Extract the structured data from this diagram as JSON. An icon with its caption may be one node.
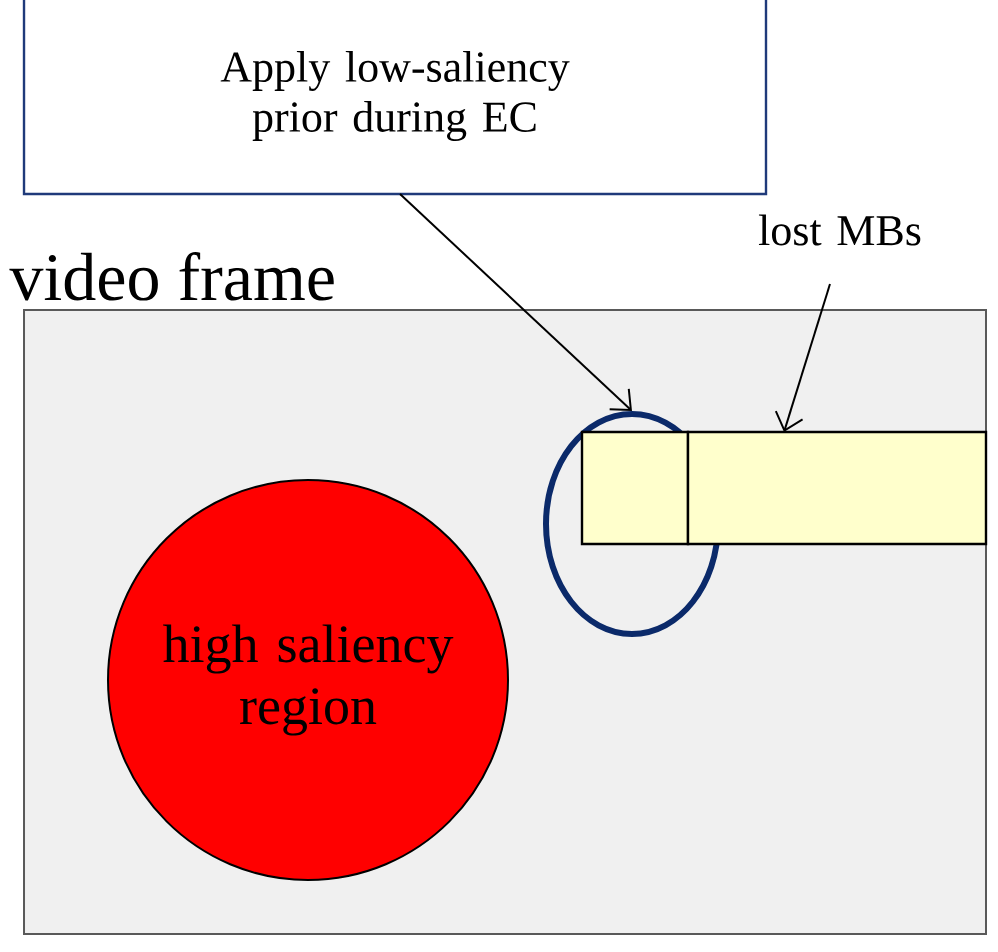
{
  "diagram": {
    "nodes": [
      {
        "text": [
          "Apply low-saliency prior during EC"
        ]
      },
      {
        "text": [
          "video frame"
        ]
      },
      {
        "text": [
          "high saliency region"
        ],
        "in": 1
      },
      {
        "text": [],
        "shape": "circle",
        "in": 1
      },
      {
        "text": [
          "lost MBs"
        ]
      },
      {
        "text": [],
        "shape": "box",
        "in": 3
      },
      {
        "text": [],
        "shape": "box",
        "in": 1
      }
    ],
    "edges": [
      {
        "from": 0,
        "to": 3,
        "arrow": "to"
      },
      {
        "from": 4,
        "to": 6,
        "arrow": "to"
      }
    ]
  }
}
